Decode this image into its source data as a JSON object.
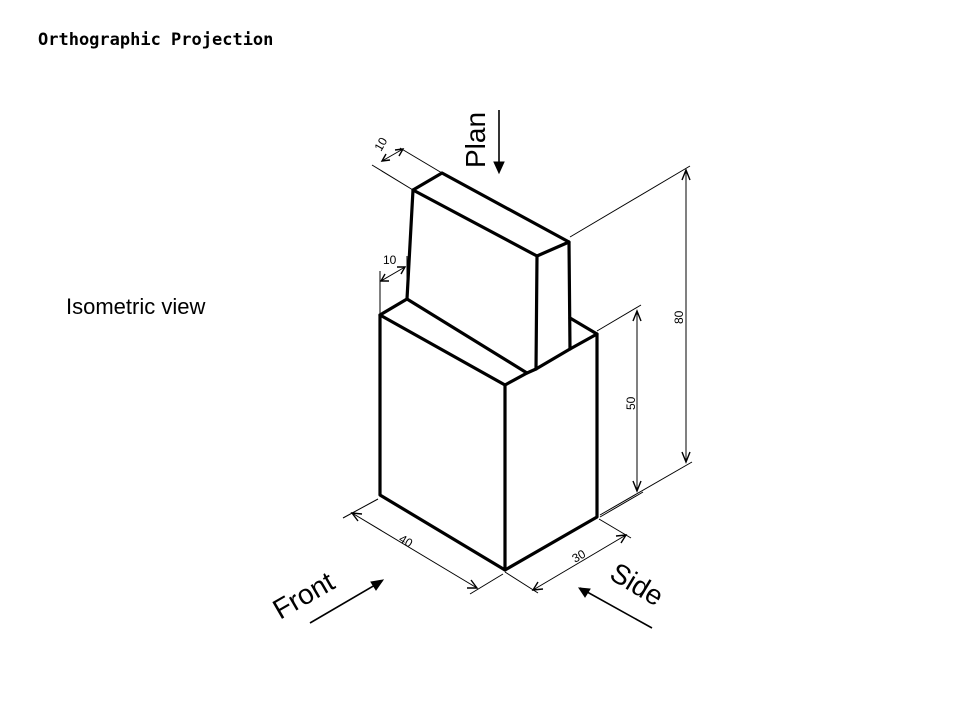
{
  "title": "Orthographic Projection",
  "view_caption": "Isometric view",
  "labels": {
    "plan": "Plan",
    "front": "Front",
    "side": "Side"
  },
  "dimensions": {
    "top_depth": "10",
    "step_depth": "10",
    "total_height": "80",
    "lower_height": "50",
    "front_width": "40",
    "side_width": "30"
  }
}
